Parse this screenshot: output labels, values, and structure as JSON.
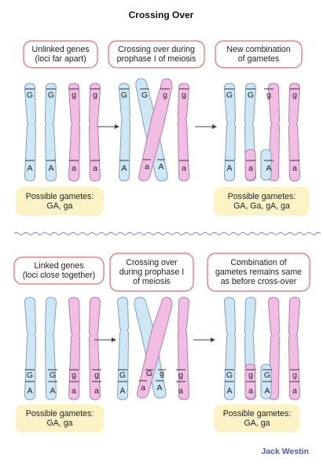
{
  "title": "Crossing Over",
  "top": {
    "callouts": [
      "Unlinked genes\n(loci far apart)",
      "Crossing over during\nprophase I of meiosis",
      "New combination\nof gametes"
    ],
    "stage1": {
      "top": [
        "G",
        "G",
        "g",
        "g"
      ],
      "bottom": [
        "A",
        "A",
        "a",
        "a"
      ]
    },
    "stage2": {
      "top": [
        "G",
        "G",
        "g",
        "g"
      ],
      "bottom": [
        "A",
        "a",
        "A",
        "a"
      ]
    },
    "stage3": {
      "top": [
        "G",
        "G",
        "g",
        "g"
      ],
      "bottom": [
        "A",
        "a",
        "A",
        "a"
      ]
    },
    "gametes_left": "Possible gametes:\nGA, ga",
    "gametes_right": "Possible gametes:\nGA, Ga, gA, ga"
  },
  "bottom": {
    "callouts": [
      "Linked genes\n(loci close together)",
      "Crossing over\nduring prophase I\nof meiosis",
      "Combination of\ngametes remains same\nas before cross-over"
    ],
    "stage1": {
      "top": [
        "G",
        "G",
        "g",
        "g"
      ],
      "bottom": [
        "A",
        "A",
        "a",
        "a"
      ]
    },
    "stage2": {
      "top": [
        "G",
        "G",
        "g",
        "g"
      ],
      "bottom": [
        "A",
        "a",
        "A",
        "a"
      ]
    },
    "stage3": {
      "top": [
        "G",
        "g",
        "G",
        "g"
      ],
      "bottom": [
        "A",
        "a",
        "A",
        "a"
      ]
    },
    "gametes_left": "Possible gametes:\nGA, ga",
    "gametes_right": "Possible gametes:\nGA, ga"
  },
  "brand": "Jack Westin",
  "colors": {
    "maternal": "#cfe6f5",
    "paternal": "#f2bde4",
    "callout_border": "#e26b6b",
    "gamete_box": "#fbf3c6"
  }
}
